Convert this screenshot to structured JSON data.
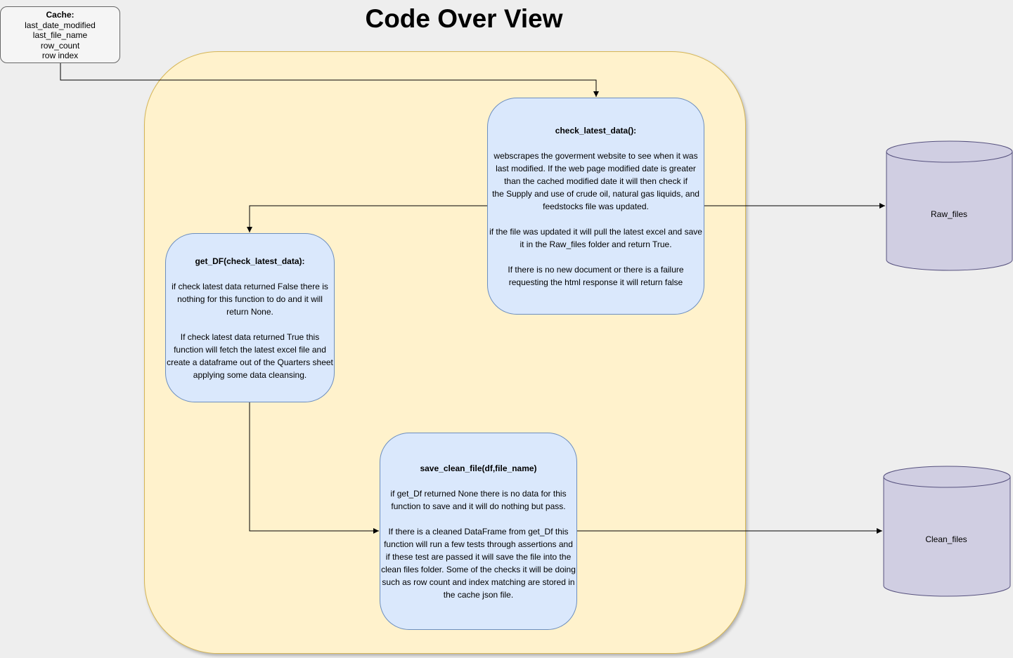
{
  "diagram": {
    "title": "Code Over View",
    "cache": {
      "heading": "Cache:",
      "fields": [
        "last_date_modified",
        "last_file_name",
        "row_count",
        "row index"
      ]
    },
    "check_latest_data": {
      "heading": "check_latest_data():",
      "paragraphs": [
        [
          "webscrapes the goverment website to see when it was",
          "last modified. If the web page modified date is greater",
          "than the cached modified date it will then check if",
          "the Supply and use of crude oil, natural gas liquids, and",
          "feedstocks file was updated."
        ],
        [
          "if the file was updated it will pull the latest excel and save",
          "it in the Raw_files folder and return True."
        ],
        [
          "If there is no new document or there is a failure",
          "requesting the html response it will return false"
        ]
      ]
    },
    "get_df": {
      "heading": "get_DF(check_latest_data):",
      "paragraphs": [
        [
          "if check latest data returned False there is",
          "nothing for this function to do and it will",
          "return None."
        ],
        [
          "If check latest data returned True this",
          "function will fetch the latest excel file and",
          "create a dataframe out of the Quarters sheet",
          "applying some data cleansing."
        ]
      ]
    },
    "save_clean_file": {
      "heading": "save_clean_file(df,file_name)",
      "paragraphs": [
        [
          "if get_Df returned None there is no data for this",
          "function to save and it will do nothing but pass."
        ],
        [
          "If there is a cleaned DataFrame from get_Df this",
          "function will run a few tests through assertions and",
          "if these test are passed it will save the file into the",
          "clean files folder. Some of the checks it will be doing",
          "such as row count and index matching are stored in",
          "the cache json file."
        ]
      ]
    },
    "raw_files_label": "Raw_files",
    "clean_files_label": "Clean_files",
    "colors": {
      "background": "#eeeeee",
      "container_fill": "#fff2cc",
      "container_stroke": "#d6b656",
      "node_fill": "#dae8fc",
      "node_stroke": "#6c8ebf",
      "cache_fill": "#f5f5f5",
      "cylinder_fill": "#d0cee2",
      "cylinder_stroke": "#56517e"
    }
  }
}
